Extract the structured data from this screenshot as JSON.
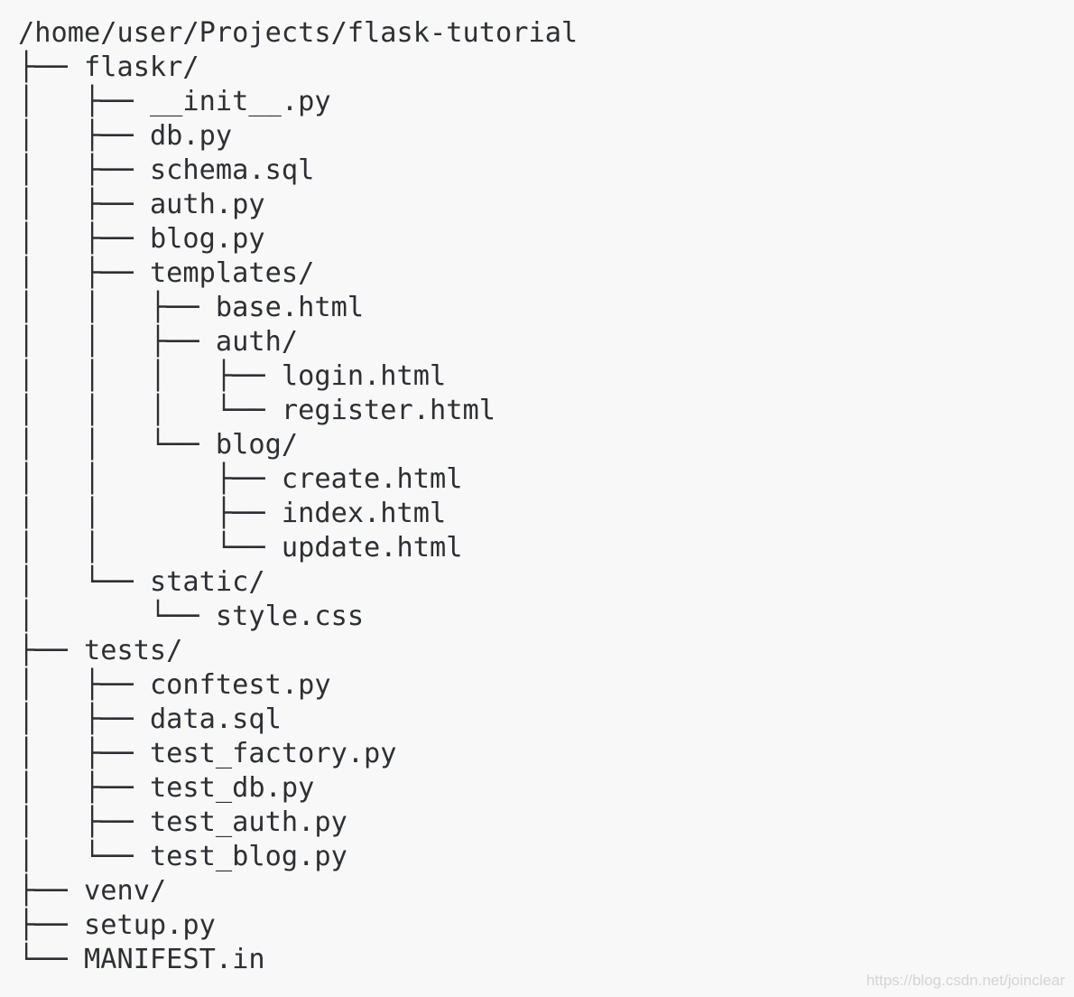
{
  "tree": {
    "lines": [
      {
        "prefix": "",
        "name": "/home/user/Projects/flask-tutorial"
      },
      {
        "prefix": "├── ",
        "name": "flaskr/"
      },
      {
        "prefix": "│   ├── ",
        "name": "__init__.py"
      },
      {
        "prefix": "│   ├── ",
        "name": "db.py"
      },
      {
        "prefix": "│   ├── ",
        "name": "schema.sql"
      },
      {
        "prefix": "│   ├── ",
        "name": "auth.py"
      },
      {
        "prefix": "│   ├── ",
        "name": "blog.py"
      },
      {
        "prefix": "│   ├── ",
        "name": "templates/"
      },
      {
        "prefix": "│   │   ├── ",
        "name": "base.html"
      },
      {
        "prefix": "│   │   ├── ",
        "name": "auth/"
      },
      {
        "prefix": "│   │   │   ├── ",
        "name": "login.html"
      },
      {
        "prefix": "│   │   │   └── ",
        "name": "register.html"
      },
      {
        "prefix": "│   │   └── ",
        "name": "blog/"
      },
      {
        "prefix": "│   │       ├── ",
        "name": "create.html"
      },
      {
        "prefix": "│   │       ├── ",
        "name": "index.html"
      },
      {
        "prefix": "│   │       └── ",
        "name": "update.html"
      },
      {
        "prefix": "│   └── ",
        "name": "static/"
      },
      {
        "prefix": "│       └── ",
        "name": "style.css"
      },
      {
        "prefix": "├── ",
        "name": "tests/"
      },
      {
        "prefix": "│   ├── ",
        "name": "conftest.py"
      },
      {
        "prefix": "│   ├── ",
        "name": "data.sql"
      },
      {
        "prefix": "│   ├── ",
        "name": "test_factory.py"
      },
      {
        "prefix": "│   ├── ",
        "name": "test_db.py"
      },
      {
        "prefix": "│   ├── ",
        "name": "test_auth.py"
      },
      {
        "prefix": "│   └── ",
        "name": "test_blog.py"
      },
      {
        "prefix": "├── ",
        "name": "venv/"
      },
      {
        "prefix": "├── ",
        "name": "setup.py"
      },
      {
        "prefix": "└── ",
        "name": "MANIFEST.in"
      }
    ]
  },
  "watermark": "https://blog.csdn.net/joinclear"
}
